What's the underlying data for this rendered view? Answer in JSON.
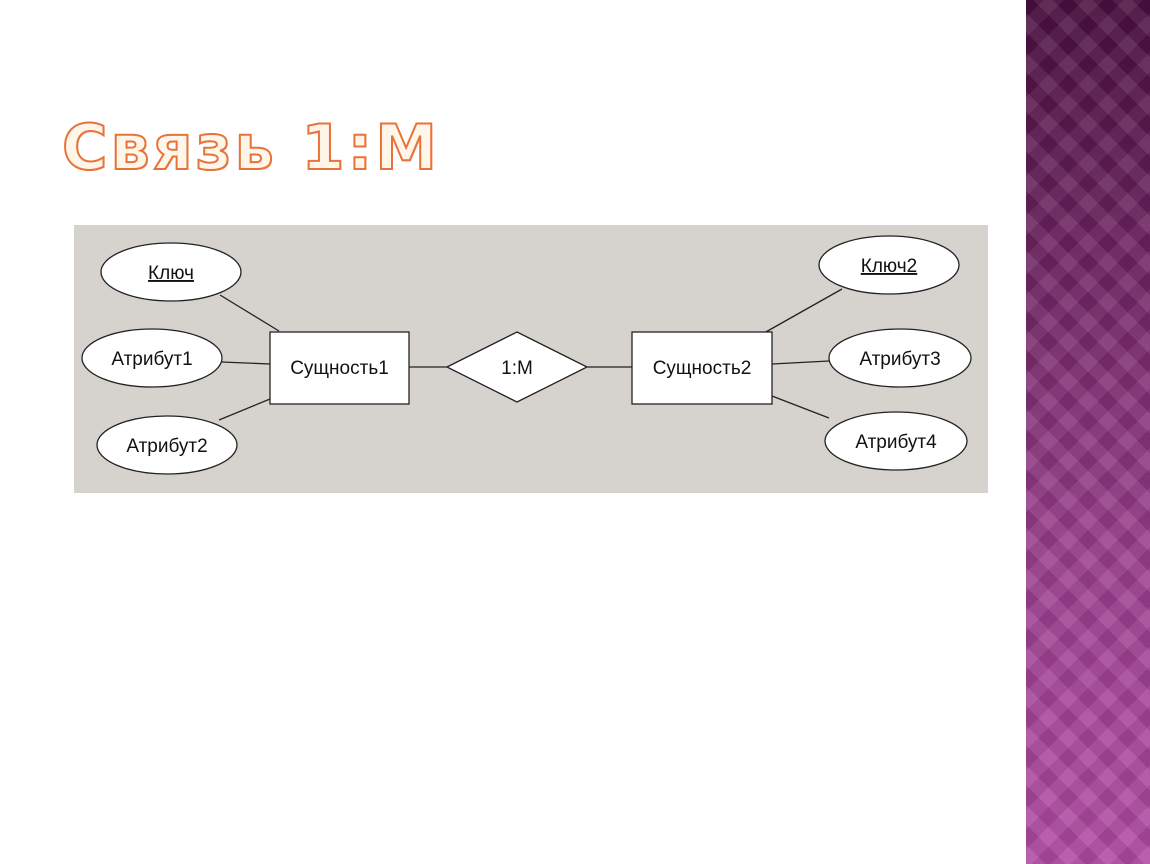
{
  "slide": {
    "title": "Связь 1:М"
  },
  "diagram": {
    "entities": [
      {
        "id": "entity-1",
        "label": "Сущность1"
      },
      {
        "id": "entity-2",
        "label": "Сущность2"
      }
    ],
    "relationship": {
      "label": "1:M",
      "cardinality": "1:M"
    },
    "attributes": [
      {
        "id": "key-1",
        "label": "Ключ",
        "entity": "entity-1",
        "is_key": true
      },
      {
        "id": "attr-1",
        "label": "Атрибут1",
        "entity": "entity-1",
        "is_key": false
      },
      {
        "id": "attr-2",
        "label": "Атрибут2",
        "entity": "entity-1",
        "is_key": false
      },
      {
        "id": "key-2",
        "label": "Ключ2",
        "entity": "entity-2",
        "is_key": true
      },
      {
        "id": "attr-3",
        "label": "Атрибут3",
        "entity": "entity-2",
        "is_key": false
      },
      {
        "id": "attr-4",
        "label": "Атрибут4",
        "entity": "entity-2",
        "is_key": false
      }
    ]
  },
  "colors": {
    "title_outline": "#e8733a",
    "diagram_background": "#d6d3ce",
    "side_band": "#9b3f8e"
  }
}
